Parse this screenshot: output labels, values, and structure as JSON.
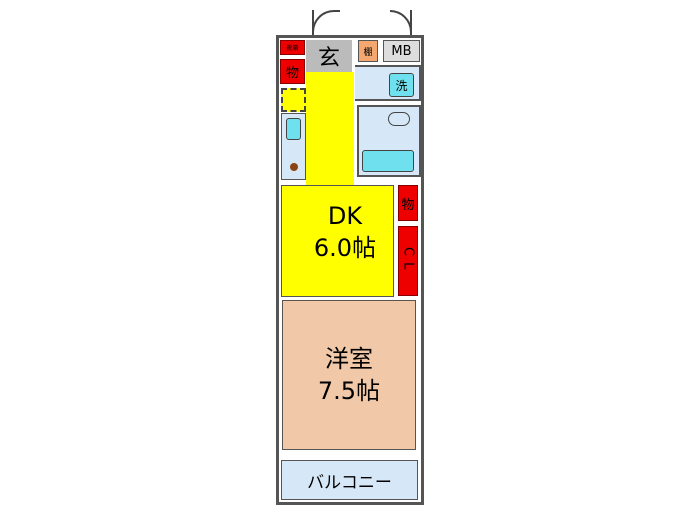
{
  "rooms": {
    "entrance": "玄",
    "shoe_box": "靴箱",
    "storage_left": "物",
    "shelf": "棚",
    "meter_box": "MB",
    "washer": "洗",
    "storage_right": "物",
    "closet": "CL",
    "dk": {
      "name": "DK",
      "size": "6.0帖"
    },
    "western_room": {
      "name": "洋室",
      "size": "7.5帖"
    },
    "balcony": "バルコニー"
  },
  "colors": {
    "dk": "#ffff00",
    "western_room": "#f2c9a8",
    "storage": "#ee0000",
    "wet_area": "#d6e8f8"
  }
}
